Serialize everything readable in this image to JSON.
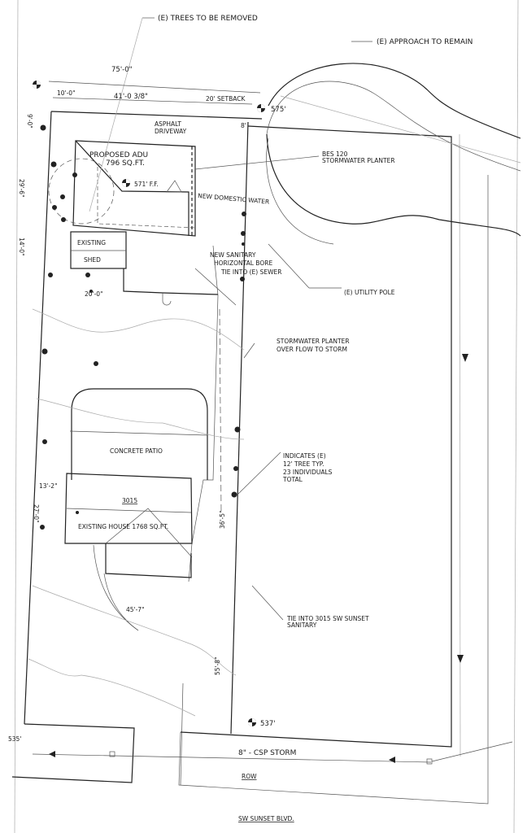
{
  "callouts": {
    "trees_removed": "(E) TREES TO BE REMOVED",
    "approach": "(E) APPROACH TO REMAIN",
    "asphalt_driveway": [
      "ASPHALT",
      "DRIVEWAY"
    ],
    "stormwater_planter": [
      "BES 120",
      "STORMWATER PLANTER"
    ],
    "new_domestic_water": "NEW DOMESTIC WATER",
    "new_sanitary": [
      "NEW SANITARY",
      "HORIZONTAL BORE",
      "TIE INTO (E) SEWER"
    ],
    "utility_pole": "(E) UTILITY POLE",
    "planter_overflow": [
      "STORMWATER PLANTER",
      "OVER FLOW TO STORM"
    ],
    "tree_legend": [
      "INDICATES (E)",
      "12' TREE TYP.",
      "23 INDIVIDUALS",
      "TOTAL"
    ],
    "tie_sanitary": [
      "TIE INTO 3015 SW SUNSET",
      "SANITARY"
    ]
  },
  "buildings": {
    "adu": [
      "PROPOSED ADU",
      "796 SQ.FT."
    ],
    "adu_ff": "571' F.F.",
    "shed": [
      "EXISTING",
      "SHED"
    ],
    "patio": "CONCRETE PATIO",
    "house_number": "3015",
    "house": "EXISTING HOUSE 1768 SQ.FT."
  },
  "dimensions": {
    "overall": "75'-0\"",
    "side": "10'-0\"",
    "adu_width": "41'-0 3/8\"",
    "setback": "20' SETBACK",
    "top_left": "9'-0\"",
    "left_mid": "29'-6\"",
    "left_shed": "14'-0\"",
    "shed_width": "20'-0\"",
    "house_offset": "13'-2\"",
    "house_depth": "27'-0\"",
    "drive_a": "36'-5\"",
    "drive_b": "55'-8\"",
    "front": "45'-7\"",
    "driveway_small": "8'"
  },
  "elevations": {
    "top": "575'",
    "bottom": "537'",
    "left": "535'"
  },
  "utilities": {
    "storm_line": "8\" - CSP STORM"
  },
  "labels": {
    "row": "ROW",
    "street": "SW SUNSET BLVD."
  }
}
